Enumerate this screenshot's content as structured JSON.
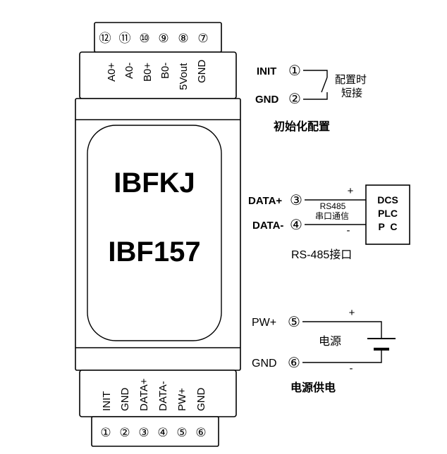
{
  "device": {
    "brand": "IBFKJ",
    "model": "IBF157",
    "top_terminals": [
      {
        "num": "⑫",
        "label": "A0+"
      },
      {
        "num": "⑪",
        "label": "A0-"
      },
      {
        "num": "⑩",
        "label": "B0+"
      },
      {
        "num": "⑨",
        "label": "B0-"
      },
      {
        "num": "⑧",
        "label": "5Vout"
      },
      {
        "num": "⑦",
        "label": "GND"
      }
    ],
    "bottom_terminals": [
      {
        "num": "①",
        "label": "INIT"
      },
      {
        "num": "②",
        "label": "GND"
      },
      {
        "num": "③",
        "label": "DATA+"
      },
      {
        "num": "④",
        "label": "DATA-"
      },
      {
        "num": "⑤",
        "label": "PW+"
      },
      {
        "num": "⑥",
        "label": "GND"
      }
    ]
  },
  "init_section": {
    "pin1_label": "INIT",
    "pin1_num": "①",
    "pin2_label": "GND",
    "pin2_num": "②",
    "note_line1": "配置时",
    "note_line2": "短接",
    "caption": "初始化配置"
  },
  "rs485_section": {
    "pin3_label": "DATA+",
    "pin3_num": "③",
    "pin4_label": "DATA-",
    "pin4_num": "④",
    "plus": "+",
    "minus": "-",
    "wire_label1": "RS485",
    "wire_label2": "串口通信",
    "box_line1": "DCS",
    "box_line2": "PLC",
    "box_line3": "P  C",
    "caption": "RS-485接口"
  },
  "power_section": {
    "pin5_label": "PW+",
    "pin5_num": "⑤",
    "pin6_label": "GND",
    "pin6_num": "⑥",
    "plus": "+",
    "minus": "-",
    "source_label": "电源",
    "caption": "电源供电"
  }
}
